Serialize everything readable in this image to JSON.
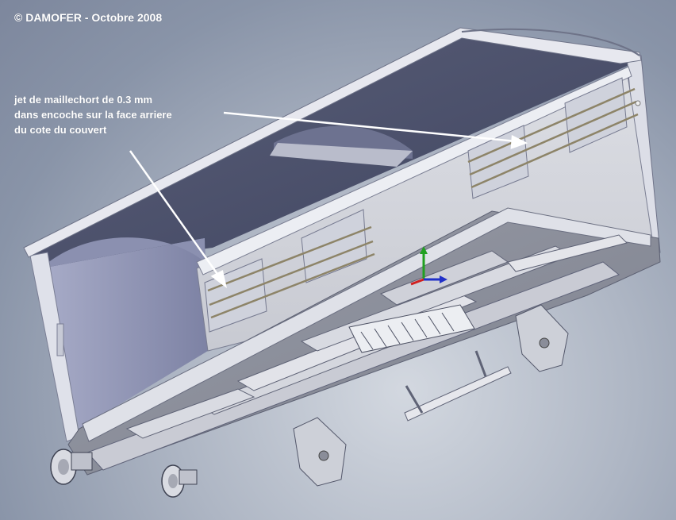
{
  "copyright": "© DAMOFER - Octobre 2008",
  "annotation": {
    "line1": "jet de maillechort de 0.3 mm",
    "line2": "dans encoche sur la face arriere",
    "line3": "du cote du couvert"
  },
  "colors": {
    "background": "#aeb6c4",
    "model_light": "#e4e6ec",
    "model_mid": "#c9ccd6",
    "model_dark": "#5b6079",
    "arrow": "#ffffff",
    "axis_x": "#d02020",
    "axis_y": "#20a020",
    "axis_z": "#2030c8"
  },
  "icons": {
    "triad": "coordinate-triad-icon",
    "arrow": "leader-arrow-icon"
  }
}
